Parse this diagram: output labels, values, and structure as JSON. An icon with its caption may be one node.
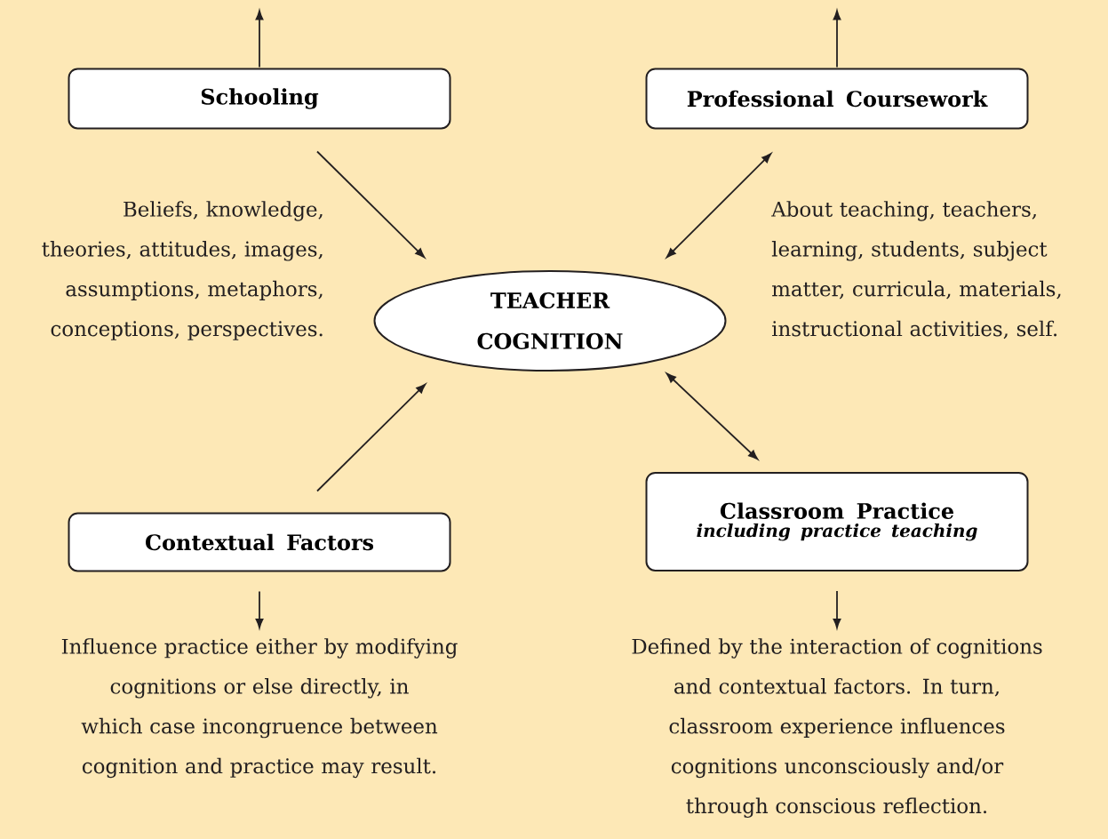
{
  "diagram": {
    "nodes": [
      {
        "text": [
          "Schooling"
        ]
      },
      {
        "text": [
          "Professional Coursework"
        ]
      },
      {
        "text": [
          "TEACHER COGNITION"
        ]
      },
      {
        "text": [
          "Contextual Factors"
        ]
      },
      {
        "text": [
          "Classroom Practice",
          "including practice teaching"
        ]
      },
      {
        "text": [
          "Influence practice either by modifying cognitions or else directly, in which case incongruence between cognition and practice may result."
        ]
      },
      {
        "text": [
          "Defined by the interaction of cognitions and contextual factors. In turn, classroom experience influences cognitions unconsciously and/or through conscious reflection."
        ]
      }
    ],
    "edges": [
      {
        "from": 0,
        "to": 2,
        "arrow": "to"
      },
      {
        "from": 1,
        "to": 2,
        "arrow": "both"
      },
      {
        "from": 3,
        "to": 2,
        "arrow": "to"
      },
      {
        "from": 2,
        "to": 4,
        "arrow": "both"
      },
      {
        "from": 3,
        "to": 5,
        "arrow": "to"
      },
      {
        "from": 4,
        "to": 6,
        "arrow": "to"
      },
      {
        "from": 0,
        "to": null,
        "arrow": "to"
      },
      {
        "from": 1,
        "to": null,
        "arrow": "to"
      }
    ],
    "labels": [
      "Beliefs, knowledge, theories, attitudes, images, assumptions, metaphors, conceptions, perspectives.",
      "About teaching, teachers, learning, students, subject matter, curricula, materials, instructional activities, self."
    ]
  }
}
